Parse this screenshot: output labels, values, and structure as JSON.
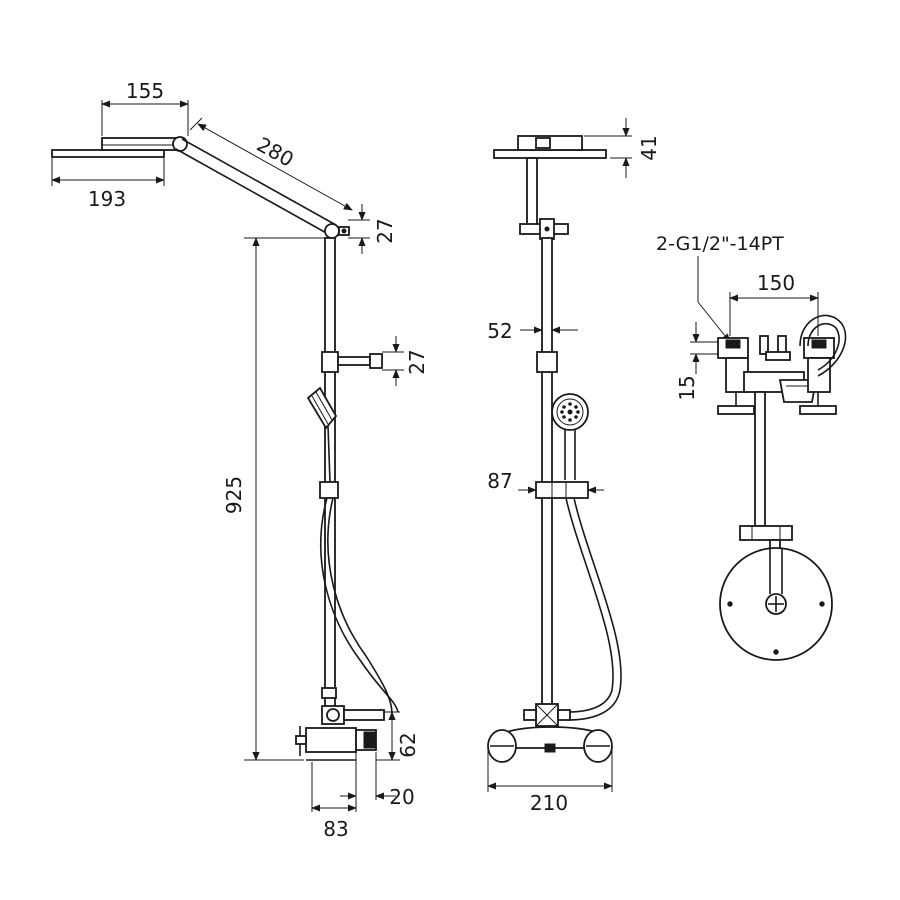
{
  "dimensions": {
    "head_arm_length": "155",
    "head_diameter": "193",
    "arm_length": "280",
    "arm_joint_height": "27",
    "bracket_height": "27",
    "column_height": "925",
    "mixer_height": "62",
    "mixer_width": "20",
    "mixer_depth": "83",
    "head_thickness": "41",
    "slide_bar_width": "52",
    "holder_width": "87",
    "mixer_span": "210",
    "inlet_spacing": "150",
    "inlet_offset": "15"
  },
  "labels": {
    "thread_spec": "2-G1/2\"-14PT"
  },
  "colors": {
    "line": "#1a1a1a",
    "background": "#ffffff"
  }
}
